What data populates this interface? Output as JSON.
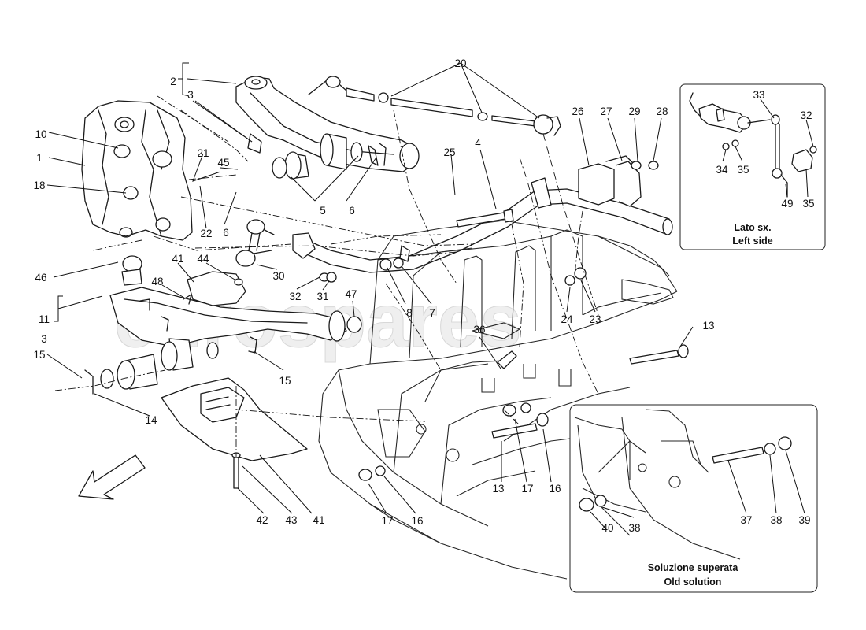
{
  "watermark": {
    "text": "eurospares"
  },
  "inset_left_side": {
    "caption_it": "Lato sx.",
    "caption_en": "Left side"
  },
  "inset_old_solution": {
    "caption_it": "Soluzione superata",
    "caption_en": "Old solution"
  },
  "callouts": {
    "n1": "1",
    "n2": "2",
    "n3a": "3",
    "n3b": "3",
    "n4": "4",
    "n5": "5",
    "n6a": "6",
    "n6b": "6",
    "n7": "7",
    "n8": "8",
    "n10": "10",
    "n11": "11",
    "n13a": "13",
    "n13b": "13",
    "n14": "14",
    "n15a": "15",
    "n15b": "15",
    "n16a": "16",
    "n16b": "16",
    "n17a": "17",
    "n17b": "17",
    "n18": "18",
    "n20": "20",
    "n21": "21",
    "n22": "22",
    "n23": "23",
    "n24": "24",
    "n25": "25",
    "n26": "26",
    "n27": "27",
    "n28": "28",
    "n29": "29",
    "n30": "30",
    "n31": "31",
    "n32a": "32",
    "n32b": "32",
    "n33": "33",
    "n34": "34",
    "n35a": "35",
    "n35b": "35",
    "n36": "36",
    "n37": "37",
    "n38a": "38",
    "n38b": "38",
    "n39": "39",
    "n40": "40",
    "n41a": "41",
    "n41b": "41",
    "n42": "42",
    "n43": "43",
    "n44": "44",
    "n45": "45",
    "n46": "46",
    "n47": "47",
    "n48": "48",
    "n49": "49"
  },
  "icons": {
    "direction": "front-direction-arrow-icon"
  }
}
